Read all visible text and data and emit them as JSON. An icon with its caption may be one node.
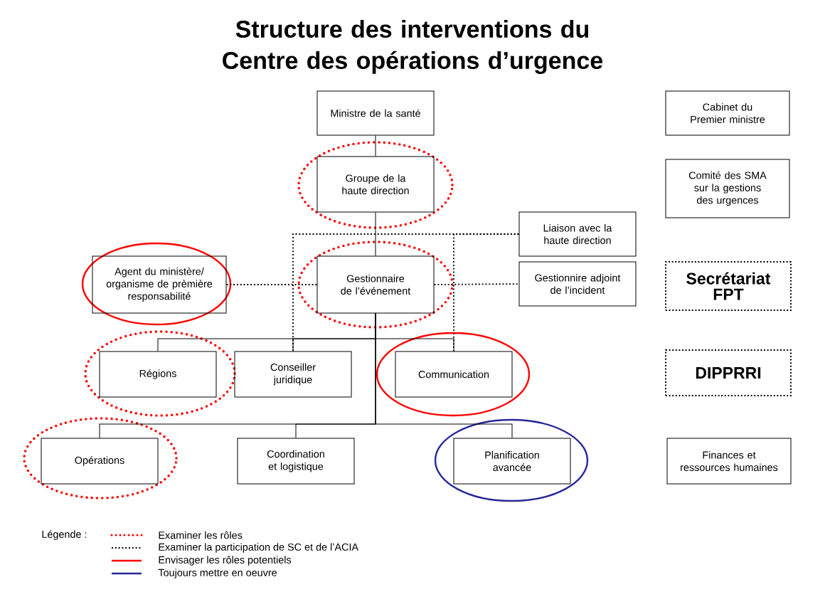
{
  "diagram": {
    "title": "Structure des interventions du Centre des opérations d’urgence",
    "nodes": [
      {
        "text": [
          "Ministre de la santé"
        ]
      },
      {
        "text": [
          "Groupe de la haute direction"
        ]
      },
      {
        "text": [
          "Liaison avec la haute direction"
        ]
      },
      {
        "text": [
          "Agent du ministère/ organisme de prèmière responsabilité"
        ]
      },
      {
        "text": [
          "Gestionnaire de l’événement"
        ]
      },
      {
        "text": [
          "Gestionnire adjoint de l’incident"
        ]
      },
      {
        "text": [
          "Régions"
        ]
      },
      {
        "text": [
          "Conseiller juridique"
        ]
      },
      {
        "text": [
          "Communication"
        ]
      },
      {
        "text": [
          "Opérations"
        ]
      },
      {
        "text": [
          "Coordination et logistique"
        ]
      },
      {
        "text": [
          "Planification avancée"
        ]
      },
      {
        "text": [
          "Cabinet du Premier ministre"
        ]
      },
      {
        "text": [
          "Comité des SMA sur la gestions des urgences"
        ]
      },
      {
        "text": [
          "Secrétariat FPT"
        ]
      },
      {
        "text": [
          "DIPPRRI"
        ]
      },
      {
        "text": [
          "Finances et ressources humaines"
        ]
      }
    ],
    "edges": [
      {
        "from": 0,
        "to": 1,
        "arrow": "none"
      },
      {
        "from": 1,
        "to": 4,
        "arrow": "none"
      },
      {
        "from": 3,
        "to": 4,
        "arrow": "none",
        "style": "dashed"
      },
      {
        "from": 4,
        "to": 5,
        "arrow": "none",
        "style": "dashed"
      },
      {
        "from": 2,
        "to": 7,
        "arrow": "none",
        "style": "dashed"
      },
      {
        "from": 2,
        "to": 8,
        "arrow": "none",
        "style": "dashed"
      },
      {
        "from": 4,
        "to": 6,
        "arrow": "none"
      },
      {
        "from": 4,
        "to": 7,
        "arrow": "none"
      },
      {
        "from": 4,
        "to": 8,
        "arrow": "none"
      },
      {
        "from": 4,
        "to": 9,
        "arrow": "none"
      },
      {
        "from": 4,
        "to": 10,
        "arrow": "none"
      },
      {
        "from": 4,
        "to": 11,
        "arrow": "none"
      }
    ],
    "labels": [
      "Légende :"
    ],
    "legend": [
      {
        "text": "Examiner les rôles"
      },
      {
        "text": "Examiner la participation de SC et de l’ACIA"
      },
      {
        "text": "Envisager les rôles potentiels"
      },
      {
        "text": "Toujours mettre en oeuvre"
      }
    ]
  }
}
